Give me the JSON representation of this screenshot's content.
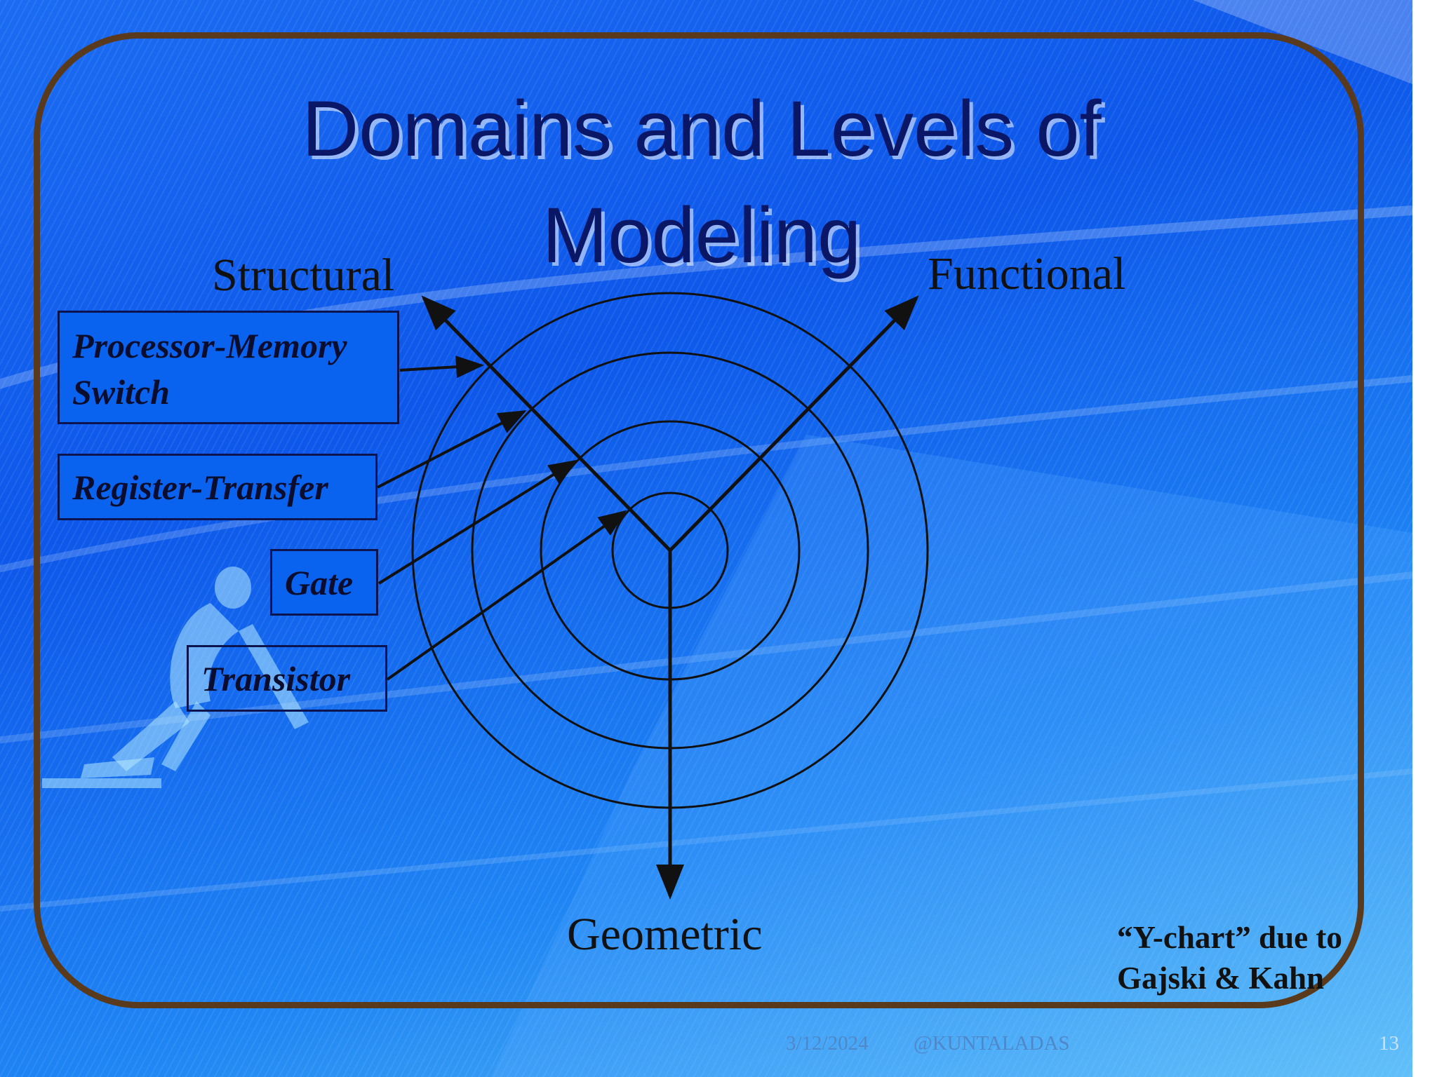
{
  "slide": {
    "title_line_1": "Domains and Levels of",
    "title_line_2": "Modeling",
    "axes": {
      "structural": "Structural",
      "functional": "Functional",
      "geometric": "Geometric"
    },
    "levels": [
      {
        "line_1": "Processor-Memory",
        "line_2": "Switch"
      },
      {
        "line_1": "Register-Transfer"
      },
      {
        "line_1": "Gate"
      },
      {
        "line_1": "Transistor"
      }
    ],
    "credit": {
      "line_1": "“Y-chart” due to",
      "line_2": "Gajski & Kahn"
    },
    "footer": {
      "date": "3/12/2024",
      "author": "@KUNTALADAS",
      "page": "13"
    }
  },
  "colors": {
    "frame_border": "#5a3a1c",
    "title_text": "#0a1766",
    "diagram_lines": "#111111",
    "level_box_fill": "#0a63ee"
  },
  "icons": [
    "runner-silhouette-illustration"
  ]
}
